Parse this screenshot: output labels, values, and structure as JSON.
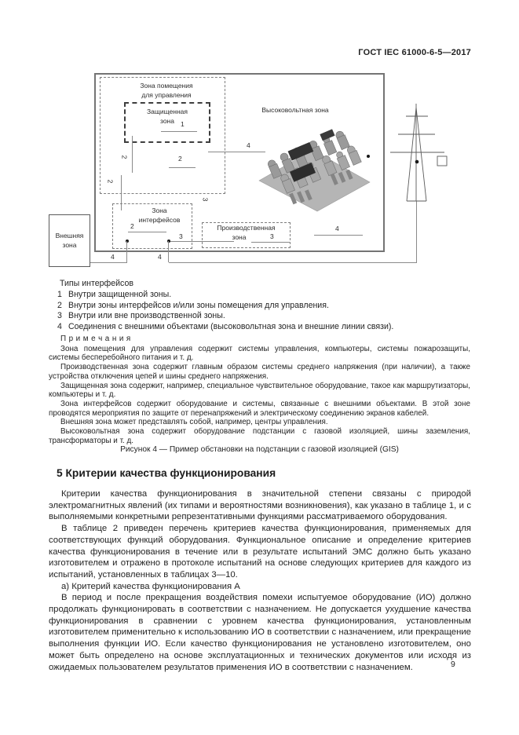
{
  "header": {
    "title": "ГОСТ IEC 61000-6-5—2017"
  },
  "figure": {
    "zone_labels": {
      "control_room": "Зона помещения\nдля управления",
      "protected": "Защищенная\nзона",
      "high_voltage": "Высоковольтная зона",
      "interface": "Зона\nинтерфейсов",
      "production_line1": "Производственная",
      "production_line2": "зона",
      "external": "Внешняя\nзона"
    },
    "markers": {
      "n1": "1",
      "n2": "2",
      "n3": "3",
      "n4": "4"
    },
    "caption": "Рисунок 4 — Пример обстановки на подстанции с газовой изоляцией (GIS)"
  },
  "legend": {
    "title": "Типы интерфейсов",
    "items": [
      {
        "num": "1",
        "text": "Внутри защищенной зоны."
      },
      {
        "num": "2",
        "text": "Внутри зоны интерфейсов и/или зоны помещения для управления."
      },
      {
        "num": "3",
        "text": "Внутри или вне производственной зоны."
      },
      {
        "num": "4",
        "text": "Соединения с внешними объектами (высоковольтная зона и внешние линии связи)."
      }
    ]
  },
  "notes": {
    "title": "П р и м е ч а н и я",
    "items": [
      "Зона помещения для управления содержит системы управления, компьютеры, системы пожарозащиты, системы бесперебойного питания и т. д.",
      "Производственная зона содержит главным образом системы среднего напряжения (при наличии), а также устройства отключения цепей и шины среднего напряжения.",
      "Защищенная зона содержит, например, специальное чувствительное оборудование, такое как маршрутизаторы, компьютеры и т. д.",
      "Зона интерфейсов содержит оборудование и системы, связанные с внешними объектами. В этой зоне проводятся мероприятия по защите от перенапряжений и электрическому соединению экранов кабелей.",
      "Внешняя зона может представлять собой, например, центры управления.",
      "Высоковольтная зона содержит оборудование подстанции с газовой изоляцией, шины заземления, трансформаторы и т. д."
    ]
  },
  "section": {
    "heading": "5 Критерии качества функционирования",
    "paragraphs": [
      "Критерии качества функционирования в значительной степени связаны с природой электромагнитных явлений (их типами и вероятностями возникновения), как указано в таблице 1, и с выполняемыми конкретными репрезентативными функциями рассматриваемого оборудования.",
      "В таблице 2 приведен перечень критериев качества функционирования, применяемых для соответствующих функций оборудования. Функциональное описание и определение критериев качества функционирования в течение или в результате испытаний ЭМС должно быть указано изготовителем и отражено в протоколе испытаний на основе следующих критериев для каждого из испытаний, установленных в таблицах 3—10.",
      "а) Критерий качества функционирования А",
      "В период и после прекращения воздействия помехи испытуемое оборудование (ИО) должно продолжать функционировать в соответствии с назначением. Не допускается ухудшение качества функционирования в сравнении с уровнем качества функционирования, установленным изготовителем применительно к использованию ИО в соответствии с назначением, или прекращение выполнения функции ИО. Если качество функционирования не установлено изготовителем, оно может быть определено на основе эксплуатационных и технических документов или исходя из ожидаемых пользователем результатов применения ИО в соответствии с назначением."
    ]
  },
  "page": {
    "number": "9"
  },
  "colors": {
    "line": "#8a8a8a",
    "box_border": "#777777",
    "bold_dash": "#3e3e3e",
    "text": "#222222"
  }
}
